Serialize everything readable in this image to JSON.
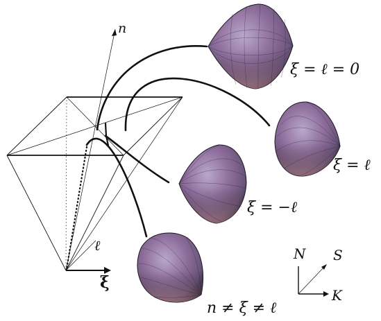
{
  "axis_labels": {
    "n": "n",
    "ell": "ℓ",
    "xi": "ξ"
  },
  "compass": {
    "N": "N",
    "S": "S",
    "K": "K"
  },
  "shapes": [
    {
      "label": "ξ = ℓ = 0"
    },
    {
      "label": "ξ = ℓ"
    },
    {
      "label": "ξ = −ℓ"
    },
    {
      "label": "n ≠ ξ ≠ ℓ"
    }
  ],
  "colors": {
    "line": "#111111",
    "surface_light": "#b7a3c7",
    "surface_mid": "#8f6c9a",
    "surface_dark": "#3f3556",
    "surface_warm": "#c98f8f",
    "mesh": "#2a2233"
  }
}
